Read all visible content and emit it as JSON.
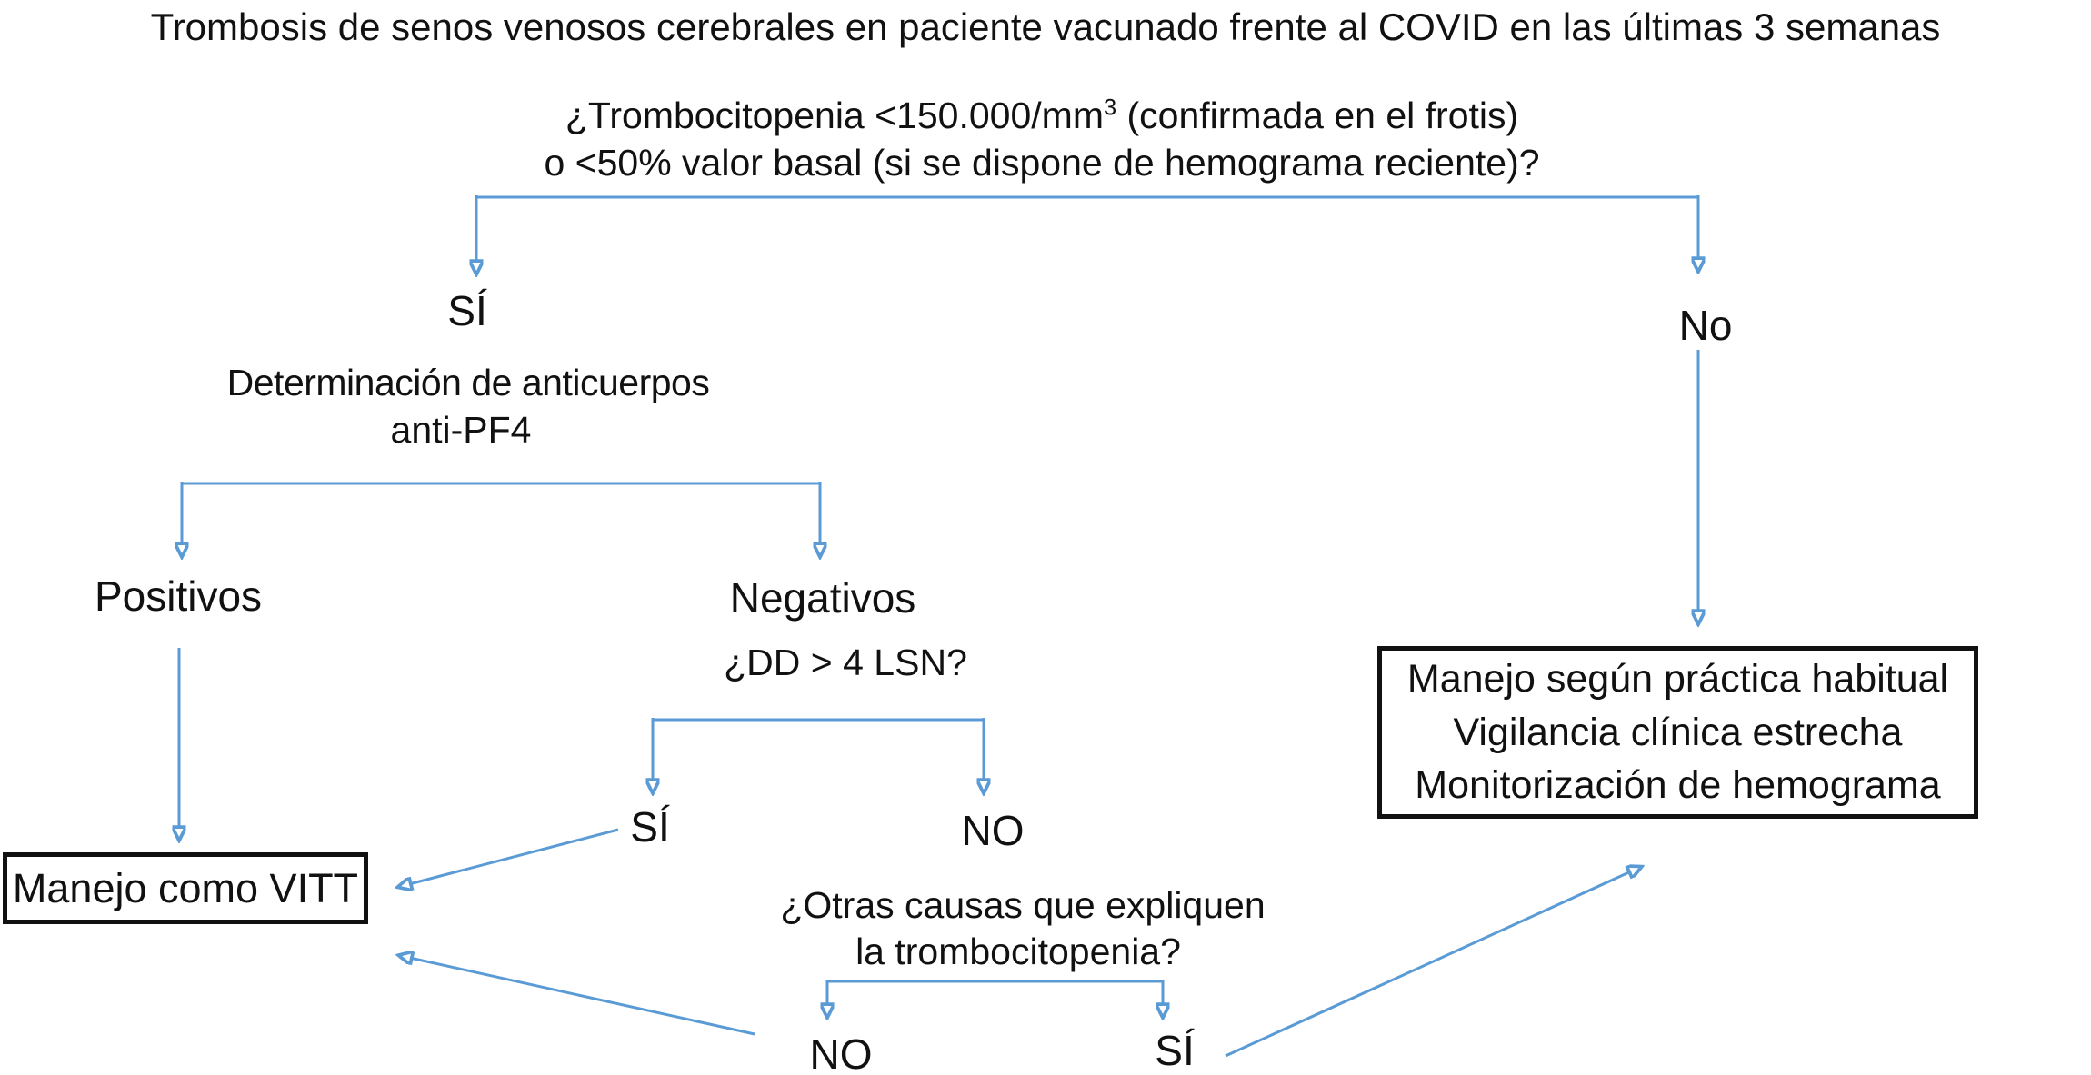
{
  "colors": {
    "arrow_blue": "#5b9bd5",
    "text": "#111111",
    "box_border": "#111111",
    "background": "#ffffff"
  },
  "title": "Trombosis de senos venosos cerebrales en paciente vacunado frente al COVID en las últimas 3 semanas",
  "question": {
    "line1_pre": "¿Trombocitopenia <150.000/mm",
    "line1_sup": "3",
    "line1_post": " (confirmada en el frotis)",
    "line2": "o <50% valor basal (si se dispone de hemograma reciente)?"
  },
  "branch_platelets": {
    "yes": "SÍ",
    "no": "No"
  },
  "antibodies": {
    "line1": "Determinación de anticuerpos",
    "line2": "anti-PF4",
    "positive": "Positivos",
    "negative": "Negativos"
  },
  "dd_question": {
    "text": "¿DD > 4 LSN?",
    "yes": "SÍ",
    "no": "NO"
  },
  "other_causes": {
    "line1": "¿Otras causas que expliquen",
    "line2": "la trombocitopenia?",
    "no": "NO",
    "yes": "SÍ"
  },
  "outcome_vitt": {
    "text": "Manejo como VITT"
  },
  "outcome_standard": {
    "lines": [
      "Manejo según práctica habitual",
      "Vigilancia clínica estrecha",
      "Monitorización de hemograma"
    ]
  }
}
